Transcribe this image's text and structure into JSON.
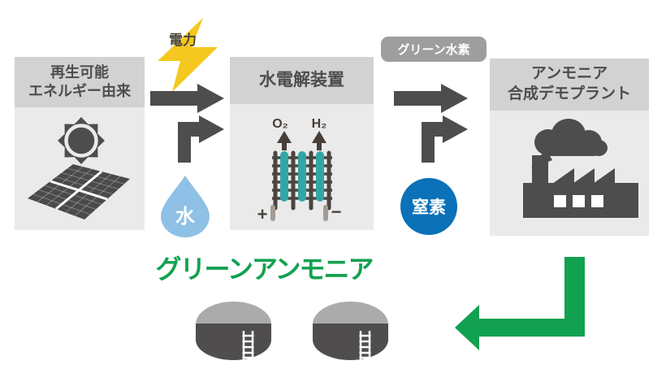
{
  "title": "グリーンアンモニア",
  "boxes": {
    "renewable": {
      "line1": "再生可能",
      "line2": "エネルギー由来"
    },
    "electrolyzer": {
      "title": "水電解装置",
      "o2": "O₂",
      "h2": "H₂",
      "plus": "+",
      "minus": "−"
    },
    "plant": {
      "line1": "アンモニア",
      "line2": "合成デモプラント"
    }
  },
  "labels": {
    "electricity": "電力",
    "water": "水",
    "green_hydrogen": "グリーン水素",
    "nitrogen": "窒素"
  },
  "colors": {
    "dark_gray": "#4d4d4d",
    "header_gray": "#d2d2d2",
    "box_body_gray": "#eaeaea",
    "badge_gray": "#9e9e9e",
    "bolt_yellow": "#f4c81f",
    "water_blue": "#8fc0e5",
    "nitrogen_blue": "#0b71b8",
    "electrode_teal": "#32a6a6",
    "green": "#12a150",
    "tank_body": "#4f4d4d",
    "tank_top": "#ababab"
  }
}
